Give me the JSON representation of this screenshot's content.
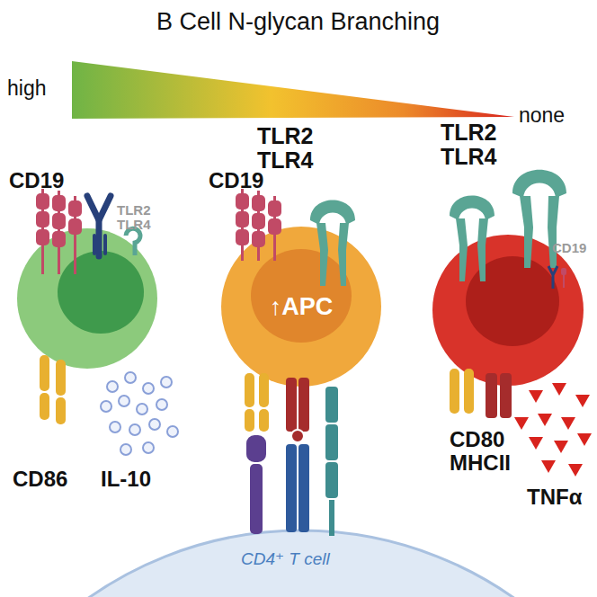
{
  "diagram": {
    "title": "B Cell N-glycan Branching",
    "nodes": [
      {
        "text": [
          "↑APC"
        ]
      }
    ],
    "labels": [
      "high",
      "none",
      "CD19",
      "TLR2 TLR4",
      "CD86",
      "IL-10",
      "CD19",
      "TLR2 TLR4",
      "CD4⁺ T cell",
      "TLR2 TLR4",
      "CD19",
      "CD80 MHCII",
      "TNFα"
    ]
  }
}
